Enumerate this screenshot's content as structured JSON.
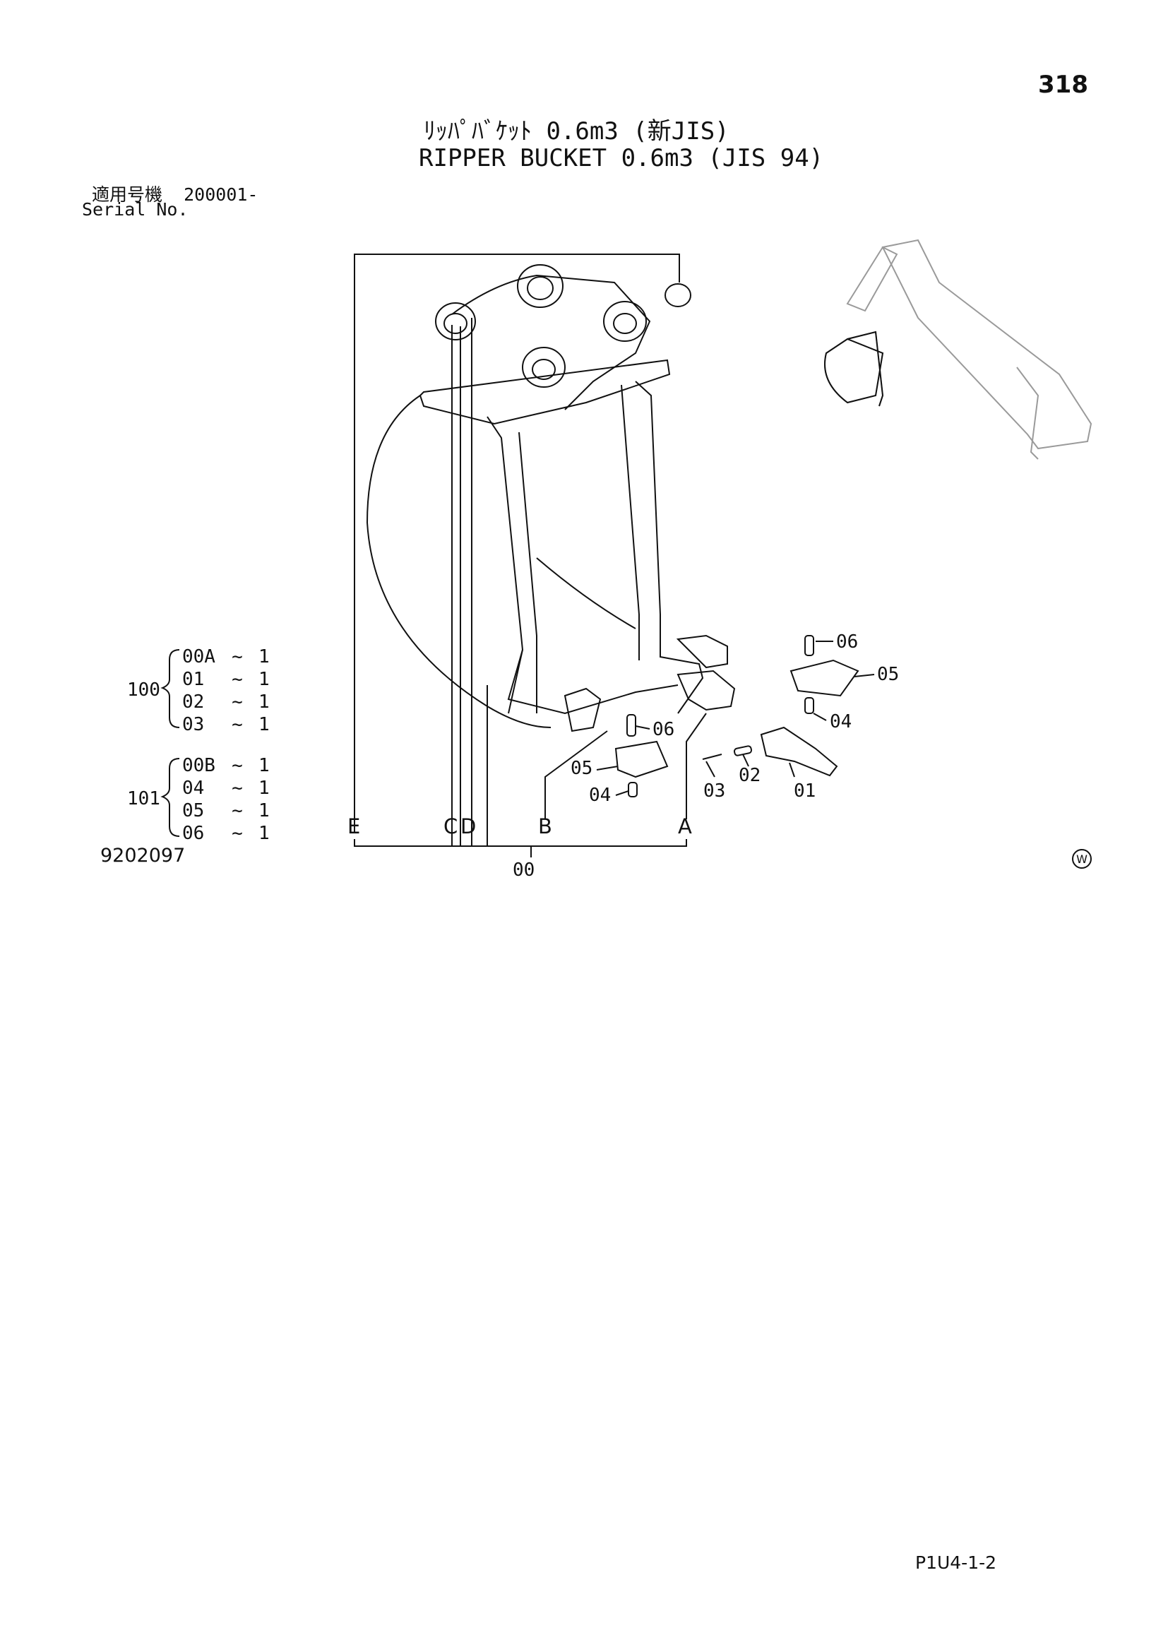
{
  "page_number": "318",
  "title_jp": "ﾘｯﾊﾟﾊﾞｹｯﾄ 0.6m3 (新JIS)",
  "title_en": "RIPPER BUCKET 0.6m3 (JIS 94)",
  "serial": {
    "label_jp": "適用号機",
    "value": "200001-",
    "label_en": "Serial No."
  },
  "groups": [
    {
      "number": "100",
      "rows": [
        {
          "code": "00A",
          "qty": "1"
        },
        {
          "code": "01",
          "qty": "1"
        },
        {
          "code": "02",
          "qty": "1"
        },
        {
          "code": "03",
          "qty": "1"
        }
      ]
    },
    {
      "number": "101",
      "rows": [
        {
          "code": "00B",
          "qty": "1"
        },
        {
          "code": "04",
          "qty": "1"
        },
        {
          "code": "05",
          "qty": "1"
        },
        {
          "code": "06",
          "qty": "1"
        }
      ]
    }
  ],
  "tilde": "~",
  "callouts": {
    "p06_right": "06",
    "p05_right": "05",
    "p04_right": "04",
    "p06_left": "06",
    "p05_left": "05",
    "p04_left": "04",
    "p03": "03",
    "p02": "02",
    "p01": "01",
    "p00": "00"
  },
  "reference_letters": {
    "e": "E",
    "c": "C",
    "d": "D",
    "b": "B",
    "a": "A"
  },
  "figure_number": "9202097",
  "mark": "W",
  "page_code": "P1U4-1-2"
}
